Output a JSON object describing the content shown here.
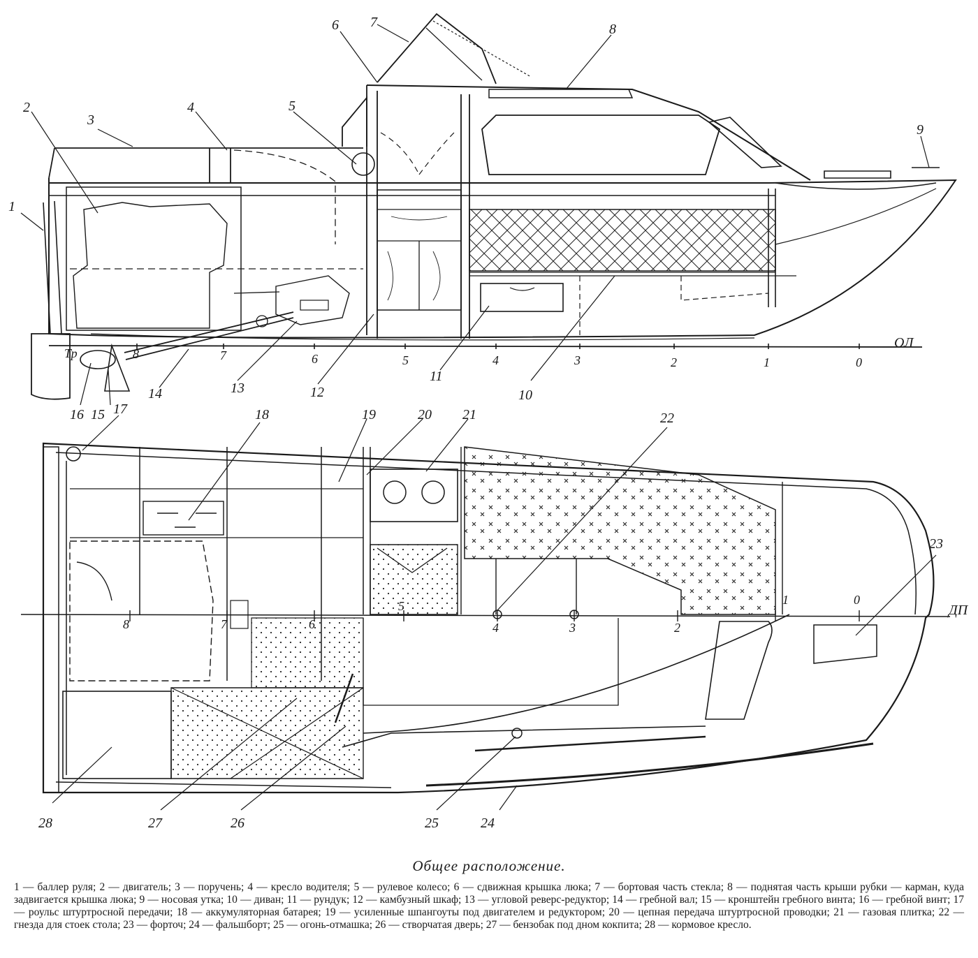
{
  "caption": {
    "title": "Общее расположение.",
    "legend": "1 — баллер руля; 2 — двигатель; 3 — поручень; 4 — кресло водителя; 5 — рулевое колесо; 6 — сдвижная крышка люка; 7 — бортовая часть стекла; 8 — поднятая часть крыши рубки — карман, куда задвигается крышка люка; 9 — носовая утка; 10 — диван; 11 — рундук; 12 — камбузный шкаф; 13 — угловой реверс-редуктор; 14 — гребной вал; 15 — кронштейн гребного винта; 16 — гребной винт; 17 — роульс штуртросной передачи; 18 — аккумуляторная батарея; 19 — усиленные шпангоуты под двигателем и редуктором; 20 — цепная передача штуртросной проводки; 21 — газовая плитка; 22 — гнезда для стоек стола; 23 — форточ; 24 — фальшборт; 25 — огонь-отмашка; 26 — створчатая дверь; 27 — бензобак под дном кокпита; 28 — кормовое кресло."
  },
  "side_view": {
    "callouts": [
      "1",
      "2",
      "3",
      "4",
      "5",
      "6",
      "7",
      "8",
      "9",
      "10",
      "11",
      "12",
      "13",
      "14",
      "15",
      "16",
      "17"
    ],
    "stations": [
      "Тр",
      "8",
      "7",
      "6",
      "5",
      "4",
      "3",
      "2",
      "1",
      "0"
    ],
    "baseline_label": "ОЛ"
  },
  "plan_view": {
    "callouts": [
      "18",
      "19",
      "20",
      "21",
      "22",
      "23",
      "24",
      "25",
      "26",
      "27",
      "28"
    ],
    "stations": [
      "8",
      "7",
      "6",
      "5",
      "4",
      "3",
      "2",
      "1",
      "0"
    ],
    "centerline_label": "ДП"
  }
}
